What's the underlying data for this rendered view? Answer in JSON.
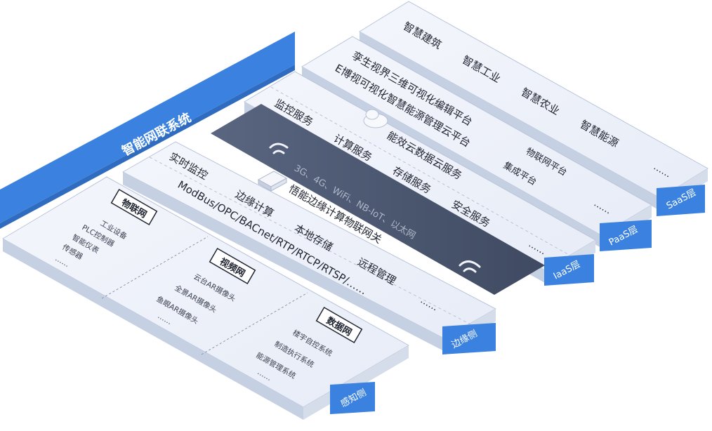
{
  "title": "智能网联系统",
  "saas": {
    "tag": "SaaS层",
    "items": [
      "智慧建筑",
      "智慧工业",
      "智慧农业",
      "智慧能源",
      "……"
    ]
  },
  "paas": {
    "tag": "PaaS层",
    "items": [
      "孪生视界三维可视化编辑平台",
      "E博视可视化智慧能源管理云平台",
      "物联网平台",
      "集成平台",
      "……"
    ]
  },
  "iaas": {
    "tag": "IaaS层",
    "items": [
      "监控服务",
      "计算服务",
      "存储服务",
      "安全服务",
      "能效云数据云服务",
      "……"
    ]
  },
  "network": {
    "text": "3G、4G、WiFi、NB-IoT、以太网"
  },
  "edge": {
    "tag": "边缘侧",
    "items": [
      "实时监控",
      "边缘计算",
      "本地存储",
      "远程管理",
      "悟能边缘计算物联网关",
      "ModBus/OPC/BACnet/RTP/RTCP/RTSP/……",
      "……"
    ]
  },
  "perception": {
    "tag": "感知侧",
    "groups": [
      {
        "label": "物联网",
        "items": [
          "工业设备",
          "PLC控制器",
          "智能仪表",
          "传感器",
          "……"
        ]
      },
      {
        "label": "视频网",
        "items": [
          "云台AR摄像头",
          "全景AR摄像头",
          "鱼眼AR摄像头",
          "……"
        ]
      },
      {
        "label": "数据网",
        "items": [
          "楼宇自控系统",
          "制造执行系统",
          "能源管理系统",
          "……"
        ]
      }
    ]
  },
  "colors": {
    "accent": "#3b82e0",
    "slab_top": "#eef2fb",
    "slab_side": "#c9d3e6",
    "network_band": "#4d5870"
  }
}
